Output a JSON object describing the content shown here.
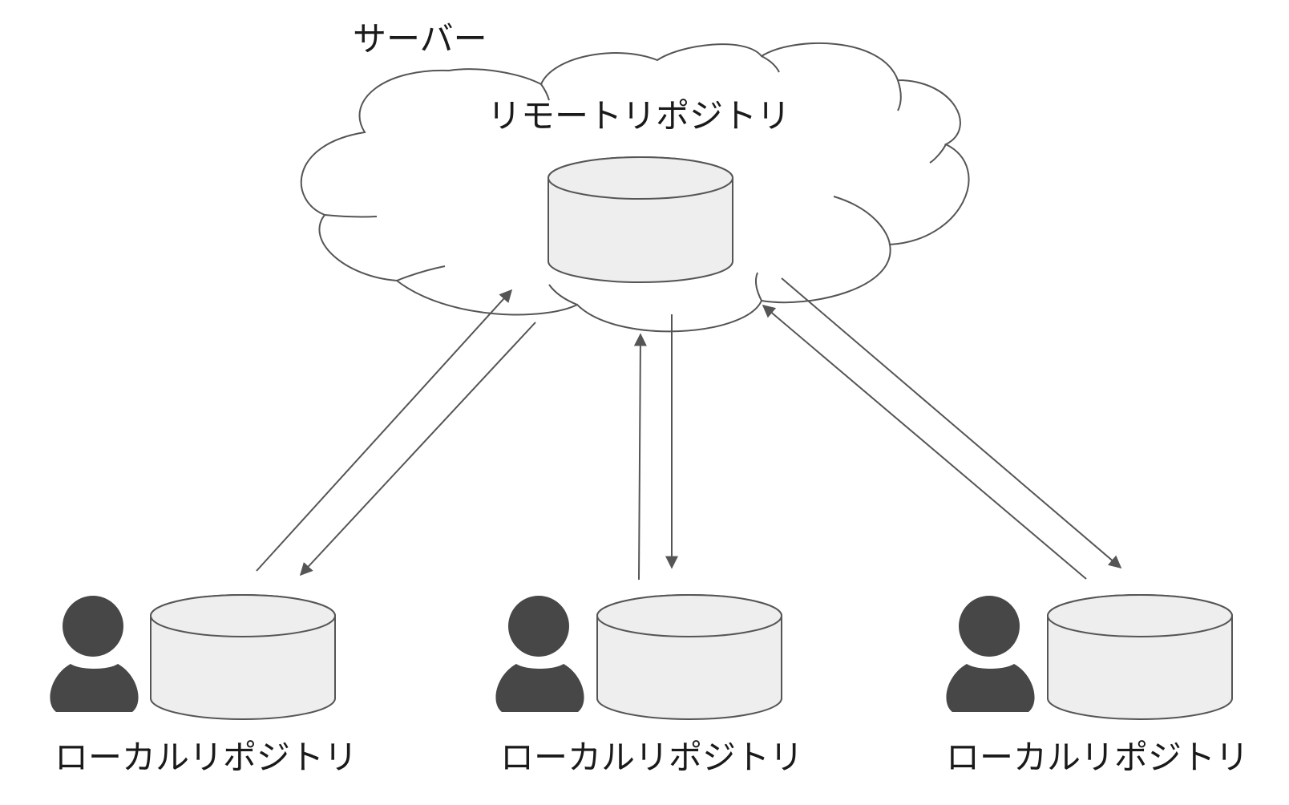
{
  "server": {
    "label": "サーバー",
    "remote_repo": {
      "label": "リモートリポジトリ",
      "icon": "database-icon"
    }
  },
  "locals": [
    {
      "label": "ローカルリポジトリ",
      "user_icon": "user-icon",
      "repo_icon": "database-icon"
    },
    {
      "label": "ローカルリポジトリ",
      "user_icon": "user-icon",
      "repo_icon": "database-icon"
    },
    {
      "label": "ローカルリポジトリ",
      "user_icon": "user-icon",
      "repo_icon": "database-icon"
    }
  ],
  "colors": {
    "stroke": "#555555",
    "fill": "#eeeeee",
    "user": "#474747",
    "text": "#1a1a1a"
  }
}
